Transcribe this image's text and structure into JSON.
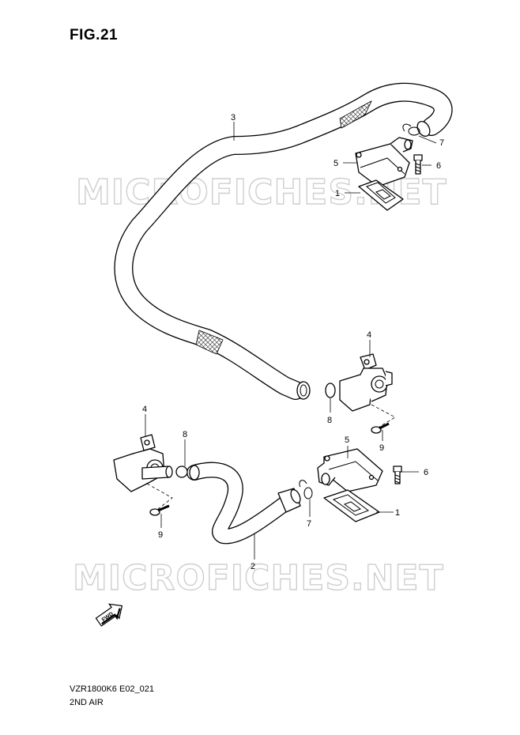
{
  "figure": {
    "title": "FIG.21",
    "model_code": "VZR1800K6 E02_021",
    "section_name": "2ND AIR"
  },
  "watermark": {
    "text": "MICROFICHES.NET"
  },
  "callouts": {
    "p1_upper": "1",
    "p1_lower": "1",
    "p2": "2",
    "p3": "3",
    "p4_right": "4",
    "p4_left": "4",
    "p5_upper": "5",
    "p5_lower": "5",
    "p6_upper": "6",
    "p6_lower": "6",
    "p7_upper": "7",
    "p7_lower": "7",
    "p8_right": "8",
    "p8_left": "8",
    "p9_right": "9",
    "p9_left": "9"
  },
  "direction_badge": {
    "label": "FWD"
  }
}
